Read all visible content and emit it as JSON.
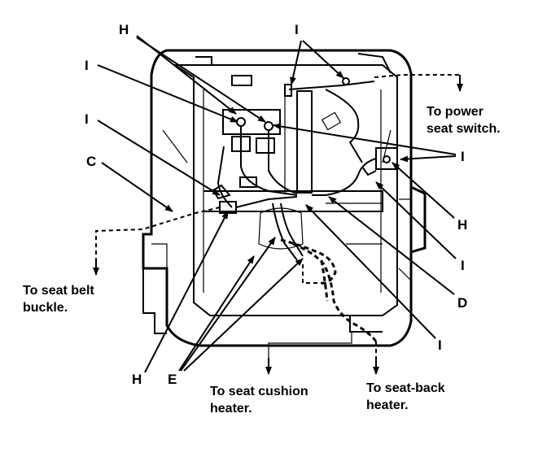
{
  "callouts": {
    "h_top_left": "H",
    "i_top_center": "I",
    "i_left_upper": "I",
    "i_left_mid": "I",
    "c_left": "C",
    "i_right": "I",
    "h_right": "H",
    "i_right_low": "I",
    "d_right": "D",
    "i_bottom_right": "I",
    "h_bottom": "H",
    "e_bottom": "E"
  },
  "destinations": {
    "power_seat_switch_line1": "To power",
    "power_seat_switch_line2": "seat switch.",
    "seat_belt_buckle_line1": "To seat belt",
    "seat_belt_buckle_line2": "buckle.",
    "seat_cushion_heater_line1": "To seat cushion",
    "seat_cushion_heater_line2": "heater.",
    "seat_back_heater_line1": "To seat-back",
    "seat_back_heater_line2": "heater."
  }
}
